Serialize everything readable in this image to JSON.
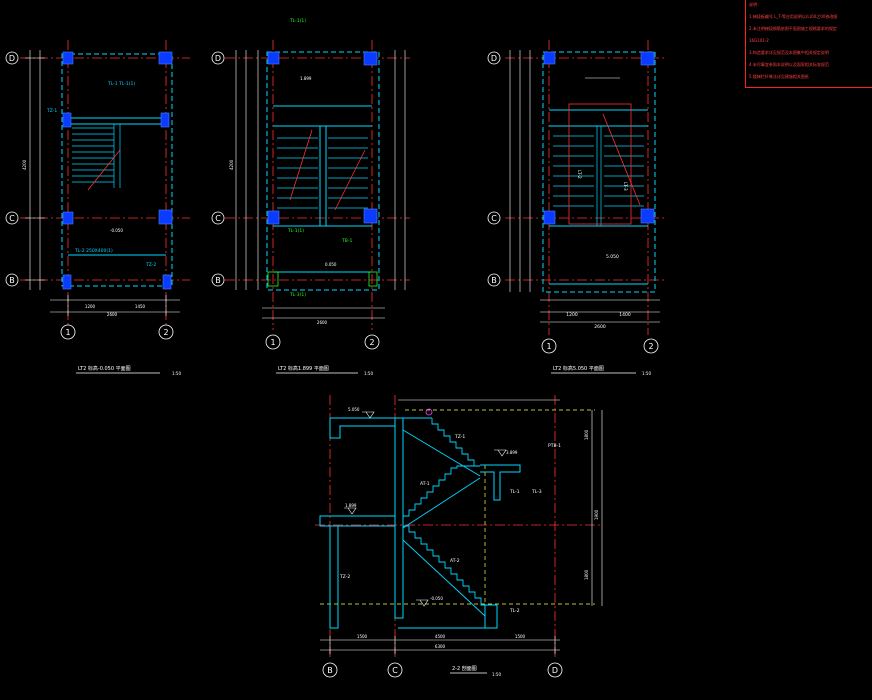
{
  "colors": {
    "background": "#000000",
    "structure": "#00d7ff",
    "dimension": "#ffffff",
    "axis": "#ff3030",
    "column": "#0a3cff",
    "annotation_green": "#20ff20",
    "note_red": "#ff3030"
  },
  "notes": {
    "title": "说明：",
    "lines": [
      "1.梯段板编号 L_T-等应用说明以(L)00之00修改图",
      "2.未注明梯段钢筋依照平面图施工规格要求的规定",
      "  16G101-2",
      "3.构造要求详见规范及本图集中相关规定说明",
      "4.未尽事宜参照本说明以及国家相关标准规范",
      "5.楼梯栏杆做法详见建施相关图纸"
    ]
  },
  "plan1": {
    "title": "LT2  标高-0.050  平面图",
    "scale": "1:50",
    "axis_rows": [
      "D",
      "C",
      "B"
    ],
    "axis_cols": [
      "1",
      "2"
    ],
    "label_tz1": "TZ-1",
    "label_tz2": "TZ-2",
    "label_beam": "TL-1 TL-1(1)",
    "label_beam2": "TL-2 250X400(1)",
    "elev": "-0.050",
    "dim_total": "2600",
    "dim_a": "1200",
    "dim_b": "1450",
    "dim_side": "4200"
  },
  "plan2": {
    "title": "LT2  标高1.899  平面图",
    "scale": "1:50",
    "axis_rows": [
      "D",
      "C",
      "B"
    ],
    "axis_cols": [
      "1",
      "2"
    ],
    "label_tl": "TL-1(1)",
    "label_tl2": "TL-1(1)",
    "label_tl3": "TL-3(1)",
    "label_tb": "TB-1",
    "elev": "1.899",
    "elev2": "0.050",
    "dim_total": "2600",
    "dim_side": "4200"
  },
  "plan3": {
    "title": "LT2  标高5.050  平面图",
    "scale": "1:50",
    "axis_rows": [
      "D",
      "C",
      "B"
    ],
    "axis_cols": [
      "1",
      "2"
    ],
    "label_mid": "LT-2",
    "label_mid2": "LT-3",
    "elev": "5.050",
    "dim_a": "1200",
    "dim_b": "1400",
    "dim_total": "2600"
  },
  "section": {
    "title": "2-2  剖面图",
    "scale": "1:50",
    "axis_cols": [
      "B",
      "C",
      "D"
    ],
    "labels": [
      "TZ-1",
      "TL-1",
      "TL-3",
      "TL-2",
      "PTB-1",
      "TZ-2",
      "AT-1",
      "AT-2"
    ],
    "elev_top": "5.050",
    "elev_mid": "3.899",
    "elev_low": "1.899",
    "elev_bot": "-0.050",
    "dim_1": "1500",
    "dim_2": "4500",
    "dim_3": "1500",
    "dim_total": "6300",
    "dim_side1": "1800",
    "dim_side2": "1900",
    "dim_side3": "1800"
  }
}
